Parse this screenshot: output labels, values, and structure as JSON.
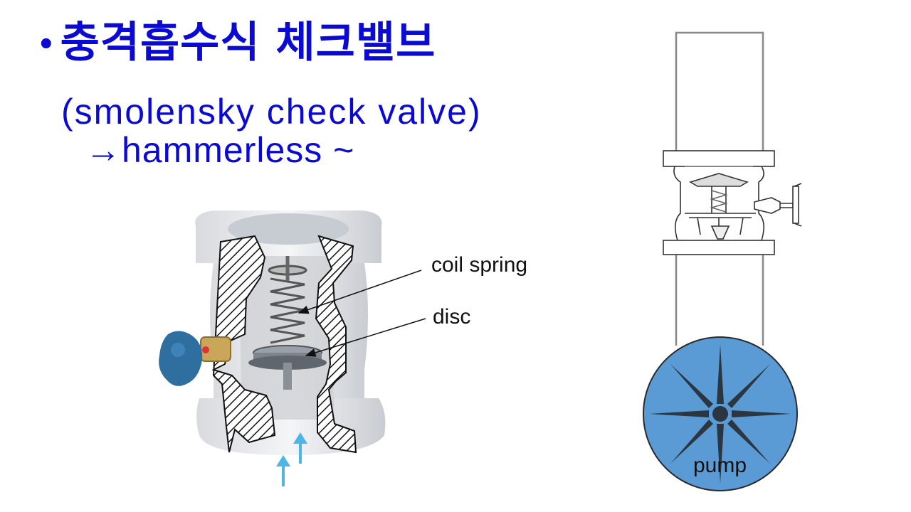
{
  "slide": {
    "bullet": "•",
    "title": "충격흡수식  체크밸브",
    "subtitle": "(smolensky  check  valve)",
    "note": "→hammerless ~"
  },
  "labels": {
    "coil_spring": "coil  spring",
    "disc": "disc",
    "pump": "pump"
  },
  "colors": {
    "title": "#0a0ad2",
    "pump_fill": "#5b9bd5",
    "arrow": "#4cb6e6",
    "valve_handle": "#2f6f9f"
  }
}
